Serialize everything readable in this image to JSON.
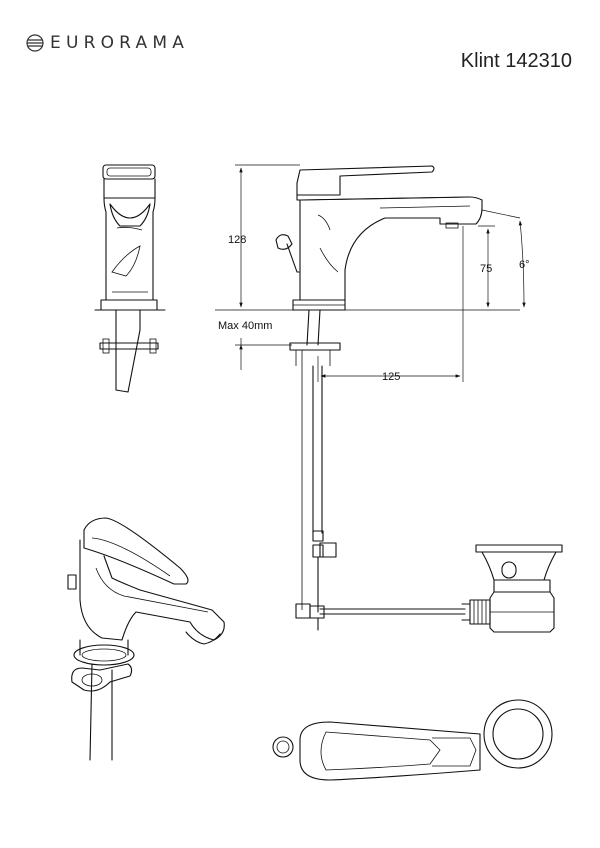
{
  "header": {
    "brand": "EURORAMA",
    "model": "Klint 142310",
    "logo_icon": "globe-logo-icon"
  },
  "dimensions": {
    "height_total": "128",
    "spout_height": "75",
    "spout_angle": "6°",
    "spout_reach": "125",
    "max_deck": "Max 40mm"
  }
}
